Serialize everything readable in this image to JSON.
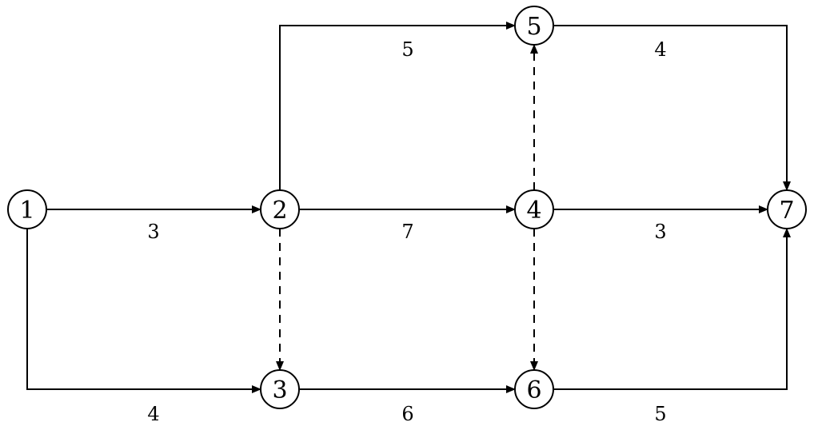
{
  "nodes": [
    {
      "id": "1",
      "label": "1"
    },
    {
      "id": "2",
      "label": "2"
    },
    {
      "id": "3",
      "label": "3"
    },
    {
      "id": "4",
      "label": "4"
    },
    {
      "id": "5",
      "label": "5"
    },
    {
      "id": "6",
      "label": "6"
    },
    {
      "id": "7",
      "label": "7"
    }
  ],
  "edges": [
    {
      "from": "1",
      "to": "2",
      "label": "3",
      "style": "solid"
    },
    {
      "from": "1",
      "to": "3",
      "label": "4",
      "style": "solid"
    },
    {
      "from": "2",
      "to": "5",
      "label": "5",
      "style": "solid"
    },
    {
      "from": "2",
      "to": "4",
      "label": "7",
      "style": "solid"
    },
    {
      "from": "2",
      "to": "3",
      "label": "",
      "style": "dashed"
    },
    {
      "from": "3",
      "to": "6",
      "label": "6",
      "style": "solid"
    },
    {
      "from": "4",
      "to": "5",
      "label": "",
      "style": "dashed"
    },
    {
      "from": "4",
      "to": "6",
      "label": "",
      "style": "dashed"
    },
    {
      "from": "4",
      "to": "7",
      "label": "3",
      "style": "solid"
    },
    {
      "from": "5",
      "to": "7",
      "label": "4",
      "style": "solid"
    },
    {
      "from": "6",
      "to": "7",
      "label": "5",
      "style": "solid"
    }
  ]
}
